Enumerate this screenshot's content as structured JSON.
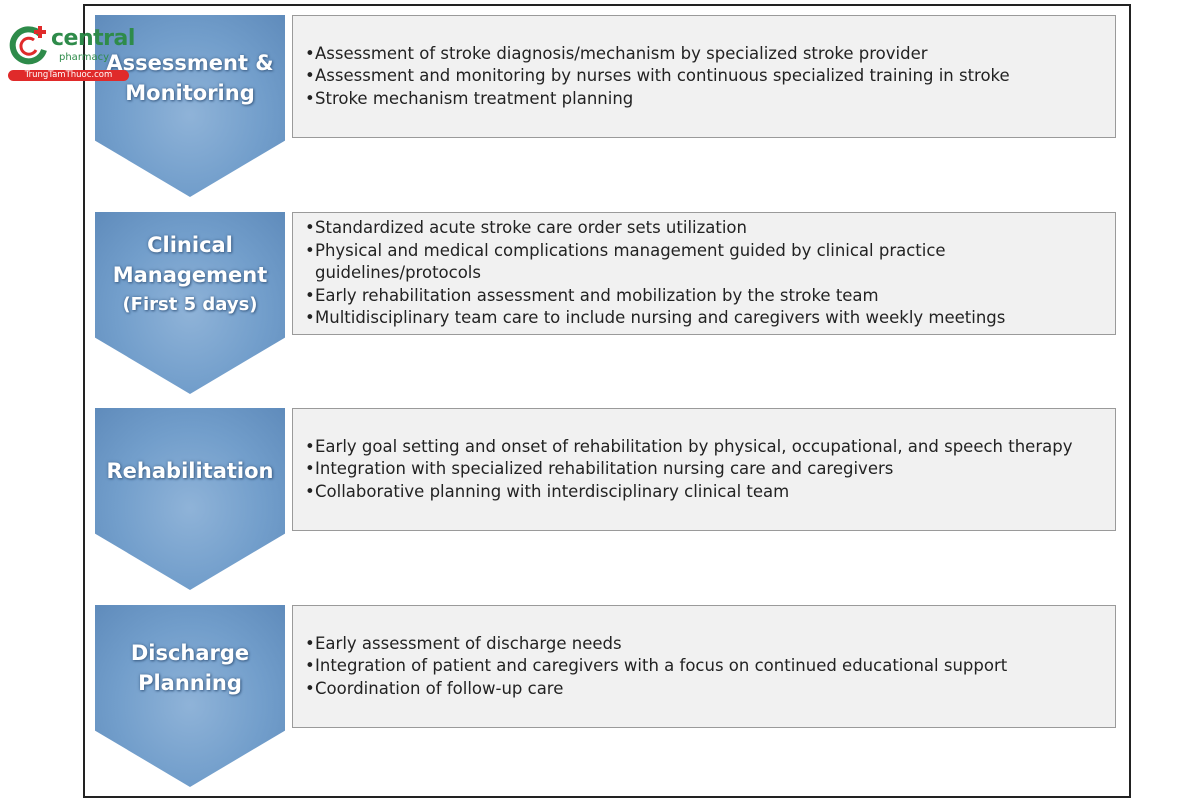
{
  "watermark": {
    "brand": "central",
    "sub": "pharmacy",
    "site": "TrungTamThuoc.com"
  },
  "colors": {
    "chevron": "#729ecb",
    "box_bg": "#f1f1f1",
    "box_border": "#9a9a9a"
  },
  "stages": [
    {
      "title": [
        "Assessment &",
        "Monitoring"
      ],
      "subtitle": "",
      "items": [
        "Assessment of stroke diagnosis/mechanism by specialized stroke provider",
        "Assessment and monitoring by nurses with continuous specialized training in stroke",
        "Stroke mechanism treatment planning"
      ]
    },
    {
      "title": [
        "Clinical",
        "Management"
      ],
      "subtitle": "(First 5 days)",
      "items": [
        "Standardized acute stroke care order sets utilization",
        "Physical and medical complications management guided by clinical practice guidelines/protocols",
        "Early rehabilitation assessment and mobilization by the stroke team",
        "Multidisciplinary team care to include nursing and caregivers with weekly meetings"
      ]
    },
    {
      "title": [
        "Rehabilitation"
      ],
      "subtitle": "",
      "items": [
        "Early goal setting and onset of rehabilitation by physical, occupational, and speech therapy",
        "Integration with specialized rehabilitation nursing care and caregivers",
        "Collaborative planning with interdisciplinary clinical team"
      ]
    },
    {
      "title": [
        "Discharge",
        "Planning"
      ],
      "subtitle": "",
      "items": [
        "Early assessment of discharge needs",
        "Integration of patient and caregivers with a focus on continued educational support",
        "Coordination of follow-up care"
      ]
    }
  ]
}
